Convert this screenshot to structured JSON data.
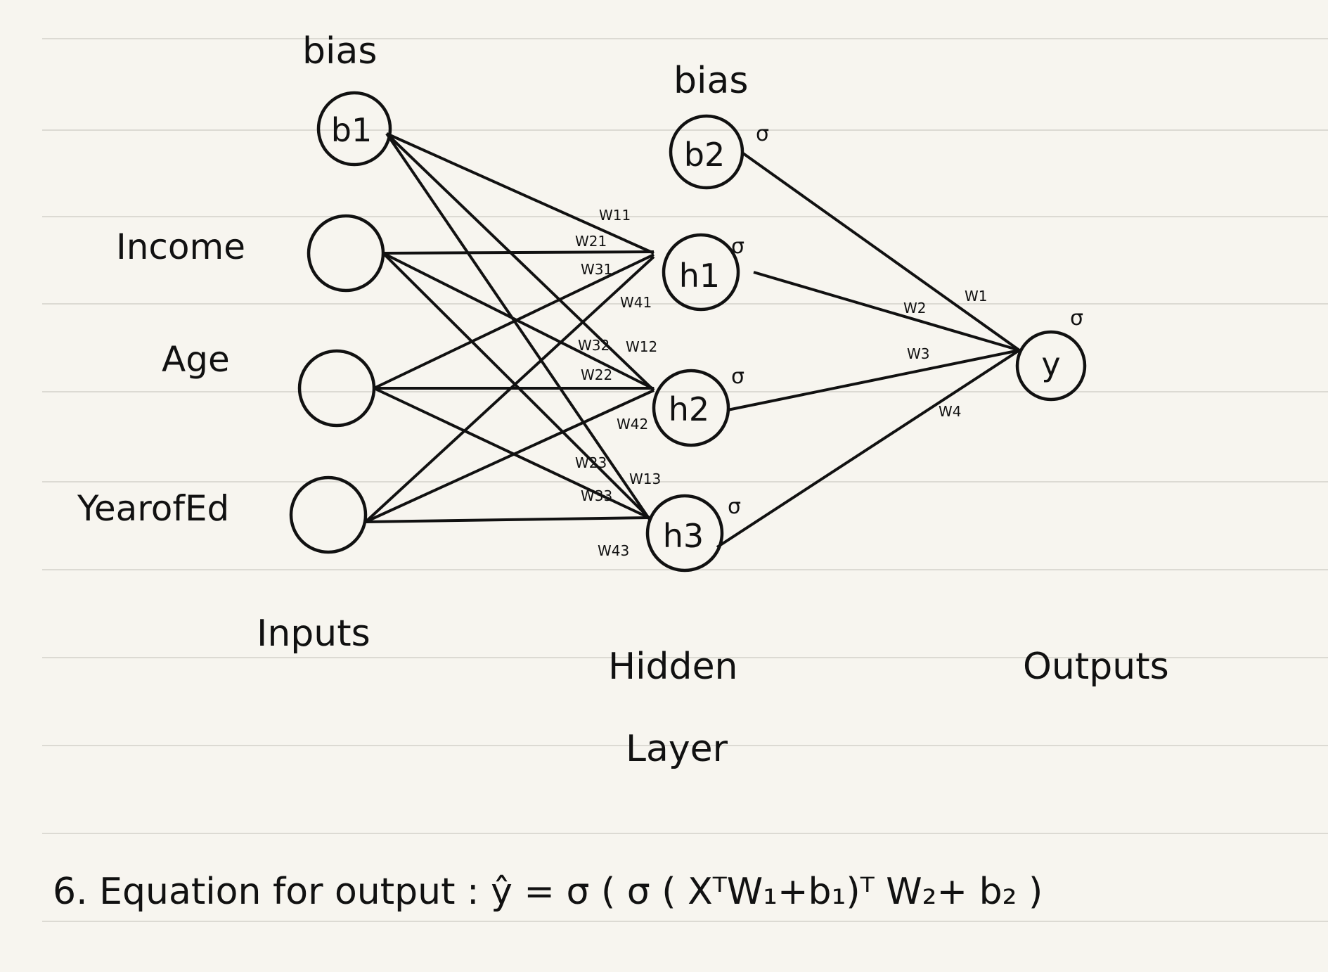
{
  "labels": {
    "bias_input": "bias",
    "bias_hidden": "bias",
    "income": "Income",
    "age": "Age",
    "years_ed": "YearofEd",
    "inputs": "Inputs",
    "hidden_line1": "Hidden",
    "hidden_line2": "Layer",
    "outputs": "Outputs"
  },
  "nodes": {
    "b1": "b1",
    "b2": "b2",
    "h1": "h1",
    "h2": "h2",
    "h3": "h3",
    "y": "y"
  },
  "activation_symbol": "σ",
  "weights": {
    "w11": "W11",
    "w21": "W21",
    "w31": "W31",
    "w41": "W41",
    "w12": "W12",
    "w22": "W22",
    "w32": "W32",
    "w42": "W42",
    "w13": "W13",
    "w23": "W23",
    "w33": "W33",
    "w43": "W43",
    "w1": "W1",
    "w2": "W2",
    "w3": "W3",
    "w4": "W4"
  },
  "equation": "6. Equation for output :  ŷ = σ ( σ ( XᵀW₁+b₁)ᵀ W₂+ b₂ )"
}
